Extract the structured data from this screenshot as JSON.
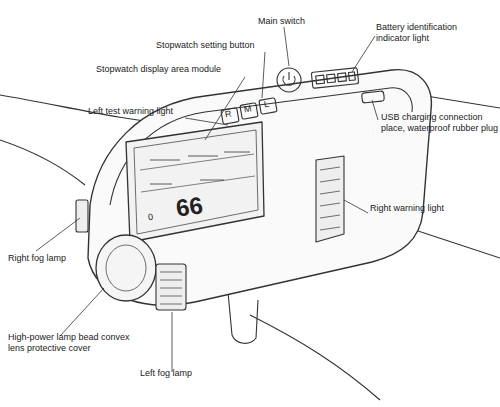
{
  "diagram": {
    "labels": [
      "Main switch",
      "Battery identification indicator light",
      "Stopwatch setting button",
      "Stopwatch display area module",
      "Left test warning light",
      "USB charging connection place, waterproof rubber plug",
      "Right warning light",
      "Right fog lamp",
      "High-power lamp bead convex lens protective cover",
      "Left fog lamp",
      "R",
      "M",
      "L",
      "66",
      "0"
    ]
  }
}
